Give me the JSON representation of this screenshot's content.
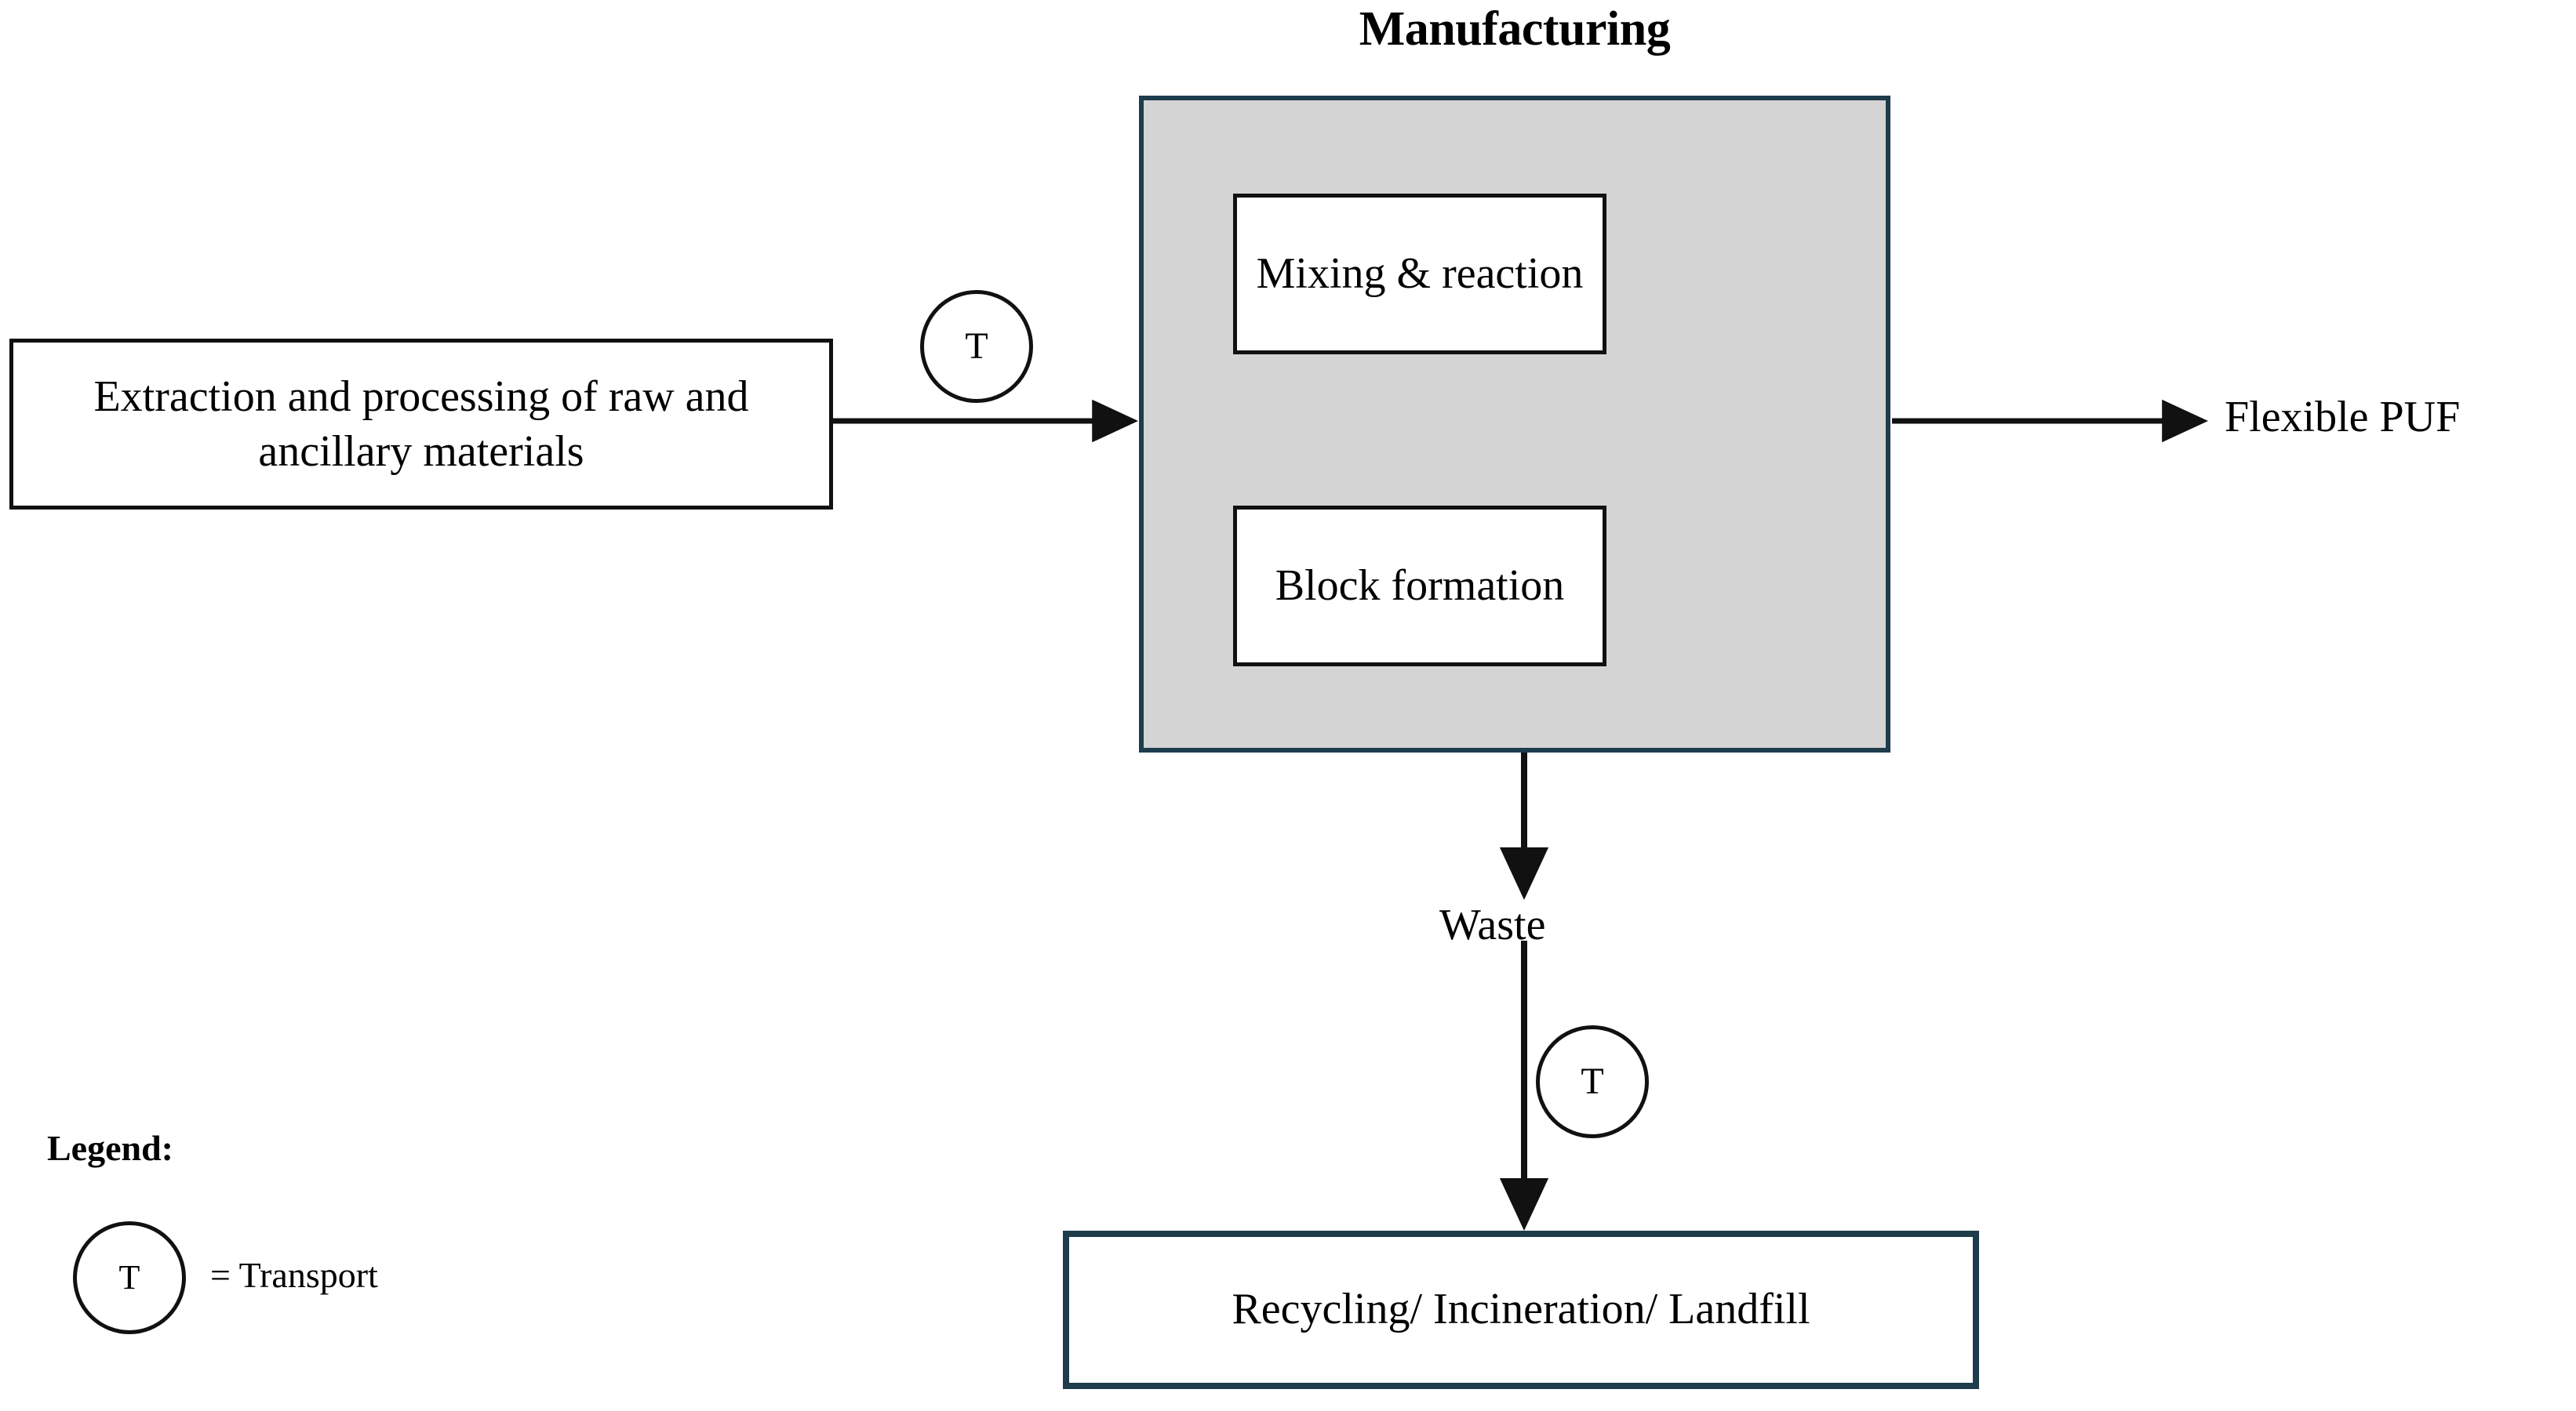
{
  "diagram": {
    "title": "Manufacturing",
    "nodes": {
      "extraction": "Extraction and processing of raw and ancillary materials",
      "manufacturing_group": "Manufacturing",
      "mixing": "Mixing & reaction",
      "block_formation": "Block formation",
      "recycling": "Recycling/ Incineration/ Landfill"
    },
    "flow_labels": {
      "product_output": "Flexible PUF",
      "waste": "Waste"
    },
    "transport_markers": {
      "symbol": "T",
      "inbound_marker": "T",
      "waste_marker": "T"
    },
    "legend": {
      "title": "Legend:",
      "symbol": "T",
      "definition": "= Transport"
    },
    "colors": {
      "group_fill": "#d4d4d4",
      "group_border": "#1e3c4c",
      "node_border": "#111111",
      "accent_border": "#1e3c4c",
      "background": "#ffffff",
      "text": "#000000"
    }
  }
}
